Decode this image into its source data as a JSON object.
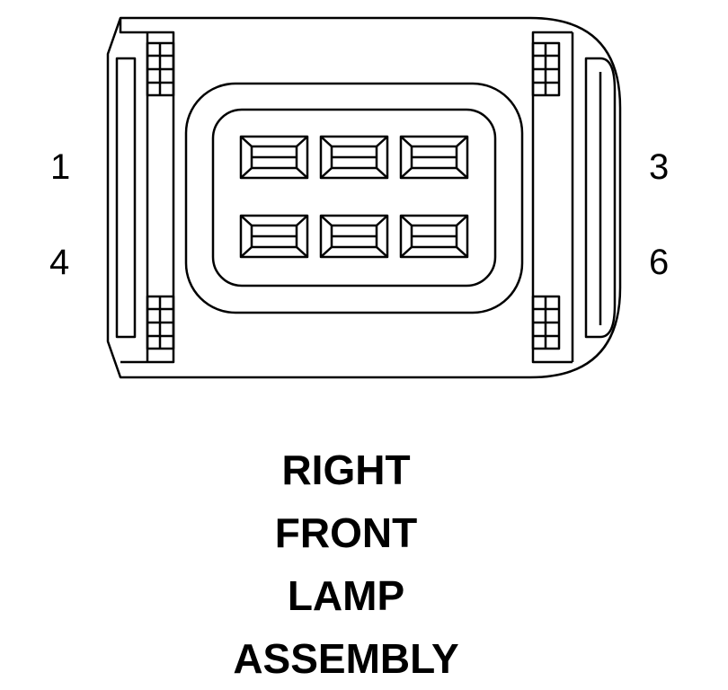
{
  "pin_labels": {
    "top_left": "1",
    "bottom_left": "4",
    "top_right": "3",
    "bottom_right": "6"
  },
  "caption": {
    "line1": "RIGHT",
    "line2": "FRONT",
    "line3": "LAMP",
    "line4": "ASSEMBLY"
  },
  "connector": {
    "cavity_rows": 2,
    "cavity_cols": 3,
    "stroke_color": "#000000",
    "fill_color": "#ffffff"
  }
}
